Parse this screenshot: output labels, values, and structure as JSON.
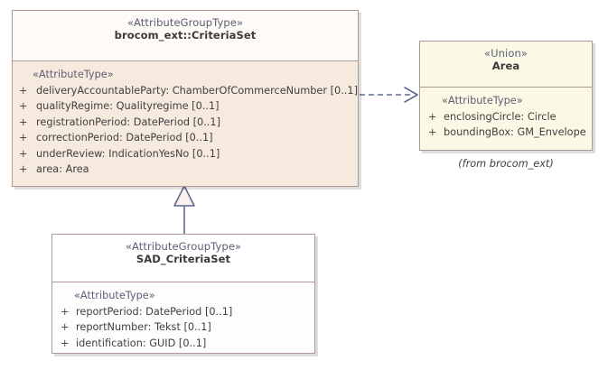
{
  "diagram": {
    "type": "uml-class-diagram",
    "background": "#ffffff",
    "classes": [
      {
        "id": "criteriaset",
        "stereotype": "«AttributeGroupType»",
        "name": "brocom_ext::CriteriaSet",
        "header_fill": "#fdfaf7",
        "body_fill": "#f6e9dd",
        "border": "#b19a93",
        "compartment_stereotype": "«AttributeType»",
        "attributes": [
          {
            "visibility": "+",
            "text": "deliveryAccountableParty: ChamberOfCommerceNumber [0..1]"
          },
          {
            "visibility": "+",
            "text": "qualityRegime: Qualityregime [0..1]"
          },
          {
            "visibility": "+",
            "text": "registrationPeriod: DatePeriod [0..1]"
          },
          {
            "visibility": "+",
            "text": "correctionPeriod: DatePeriod [0..1]"
          },
          {
            "visibility": "+",
            "text": "underReview: IndicationYesNo [0..1]"
          },
          {
            "visibility": "+",
            "text": "area: Area"
          }
        ]
      },
      {
        "id": "area",
        "stereotype": "«Union»",
        "name": "Area",
        "header_fill": "#fbf9e6",
        "body_fill": "#fbf9e6",
        "border": "#a99a96",
        "compartment_stereotype": "«AttributeType»",
        "from_label": "(from brocom_ext)",
        "attributes": [
          {
            "visibility": "+",
            "text": "enclosingCircle: Circle"
          },
          {
            "visibility": "+",
            "text": "boundingBox: GM_Envelope"
          }
        ]
      },
      {
        "id": "sad",
        "stereotype": "«AttributeGroupType»",
        "name": "SAD_CriteriaSet",
        "header_fill": "#ffffff",
        "body_fill": "#fdfdfd",
        "border": "#b09a95",
        "compartment_stereotype": "«AttributeType»",
        "attributes": [
          {
            "visibility": "+",
            "text": "reportPeriod: DatePeriod [0..1]"
          },
          {
            "visibility": "+",
            "text": "reportNumber: Tekst [0..1]"
          },
          {
            "visibility": "+",
            "text": "identification: GUID [0..1]"
          }
        ]
      }
    ],
    "connectors": [
      {
        "id": "dependency",
        "kind": "dependency",
        "style": "dashed",
        "arrowhead": "open",
        "color": "#5f6a91",
        "source": "brocom_ext::CriteriaSet",
        "target": "Area"
      },
      {
        "id": "generalization",
        "kind": "generalization",
        "style": "solid",
        "arrowhead": "hollow-triangle",
        "color": "#5f6a91",
        "fill": "#fbf2ec",
        "source": "SAD_CriteriaSet",
        "target": "brocom_ext::CriteriaSet"
      }
    ]
  }
}
